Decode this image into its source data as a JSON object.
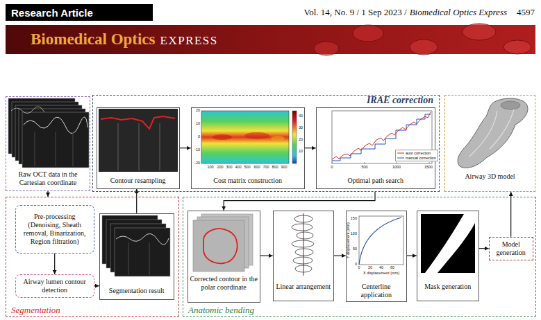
{
  "diagram": {
    "nodes": [
      {
        "text": [
          "Raw OCT data in the Cartesian coordinate"
        ]
      },
      {
        "text": [
          "IRAE correction"
        ]
      },
      {
        "text": [
          "Contour resampling"
        ],
        "in": 1
      },
      {
        "text": [
          "Cost matrix construction"
        ],
        "in": 1
      },
      {
        "text": [
          "Optimal path search"
        ],
        "in": 1
      },
      {
        "text": [
          "Airway 3D model"
        ]
      },
      {
        "text": [
          "Segmentation"
        ]
      },
      {
        "text": [
          "Pre-processing (Denoising, Sheath removal, Binarization, Region filtration)"
        ],
        "in": 6
      },
      {
        "text": [
          "Airway lumen contour detection"
        ],
        "in": 6
      },
      {
        "text": [
          "Segmentation result"
        ],
        "in": 6
      },
      {
        "text": [
          "Anatomic bending"
        ]
      },
      {
        "text": [
          "Corrected contour in the polar coordinate"
        ],
        "in": 10
      },
      {
        "text": [
          "Linear arrangement"
        ],
        "in": 10
      },
      {
        "text": [
          "Centerline application"
        ],
        "in": 10
      },
      {
        "text": [
          "Mask generation"
        ],
        "in": 10
      },
      {
        "text": [
          "Model generation"
        ],
        "in": 10
      }
    ],
    "edges": [
      {
        "from": 0,
        "to": 6,
        "arrow": "to"
      },
      {
        "from": 7,
        "to": 8,
        "arrow": "to"
      },
      {
        "from": 8,
        "to": 9,
        "arrow": "to"
      },
      {
        "from": 9,
        "to": 2,
        "arrow": "to"
      },
      {
        "from": 2,
        "to": 3,
        "arrow": "to"
      },
      {
        "from": 3,
        "to": 4,
        "arrow": "to"
      },
      {
        "from": 1,
        "to": 11,
        "arrow": "to"
      },
      {
        "from": 11,
        "to": 12,
        "arrow": "to"
      },
      {
        "from": 12,
        "to": 13,
        "arrow": "to"
      },
      {
        "from": 13,
        "to": 14,
        "arrow": "to"
      },
      {
        "from": 14,
        "to": 15,
        "arrow": "to"
      },
      {
        "from": 15,
        "to": 5,
        "arrow": "to"
      }
    ],
    "labels": [
      "Research Article",
      "Vol. 14, No. 9 / 1 Sep 2023 /",
      "Biomedical Optics Express",
      "4597",
      "Biomedical Optics",
      "EXPRESS",
      "20",
      "10",
      "0",
      "-10",
      "-20",
      "100",
      "200",
      "300",
      "400",
      "500",
      "600",
      "700",
      "800",
      "900",
      "40",
      "30",
      "20",
      "10",
      "0",
      "500",
      "1000",
      "1500",
      "0",
      "50",
      "100",
      "150",
      "0",
      "20",
      "40",
      "60",
      "Y displacement (mm)",
      "X displacement (mm)"
    ],
    "legend": [
      {
        "text": "auto correction"
      },
      {
        "text": "manual correction"
      }
    ]
  }
}
